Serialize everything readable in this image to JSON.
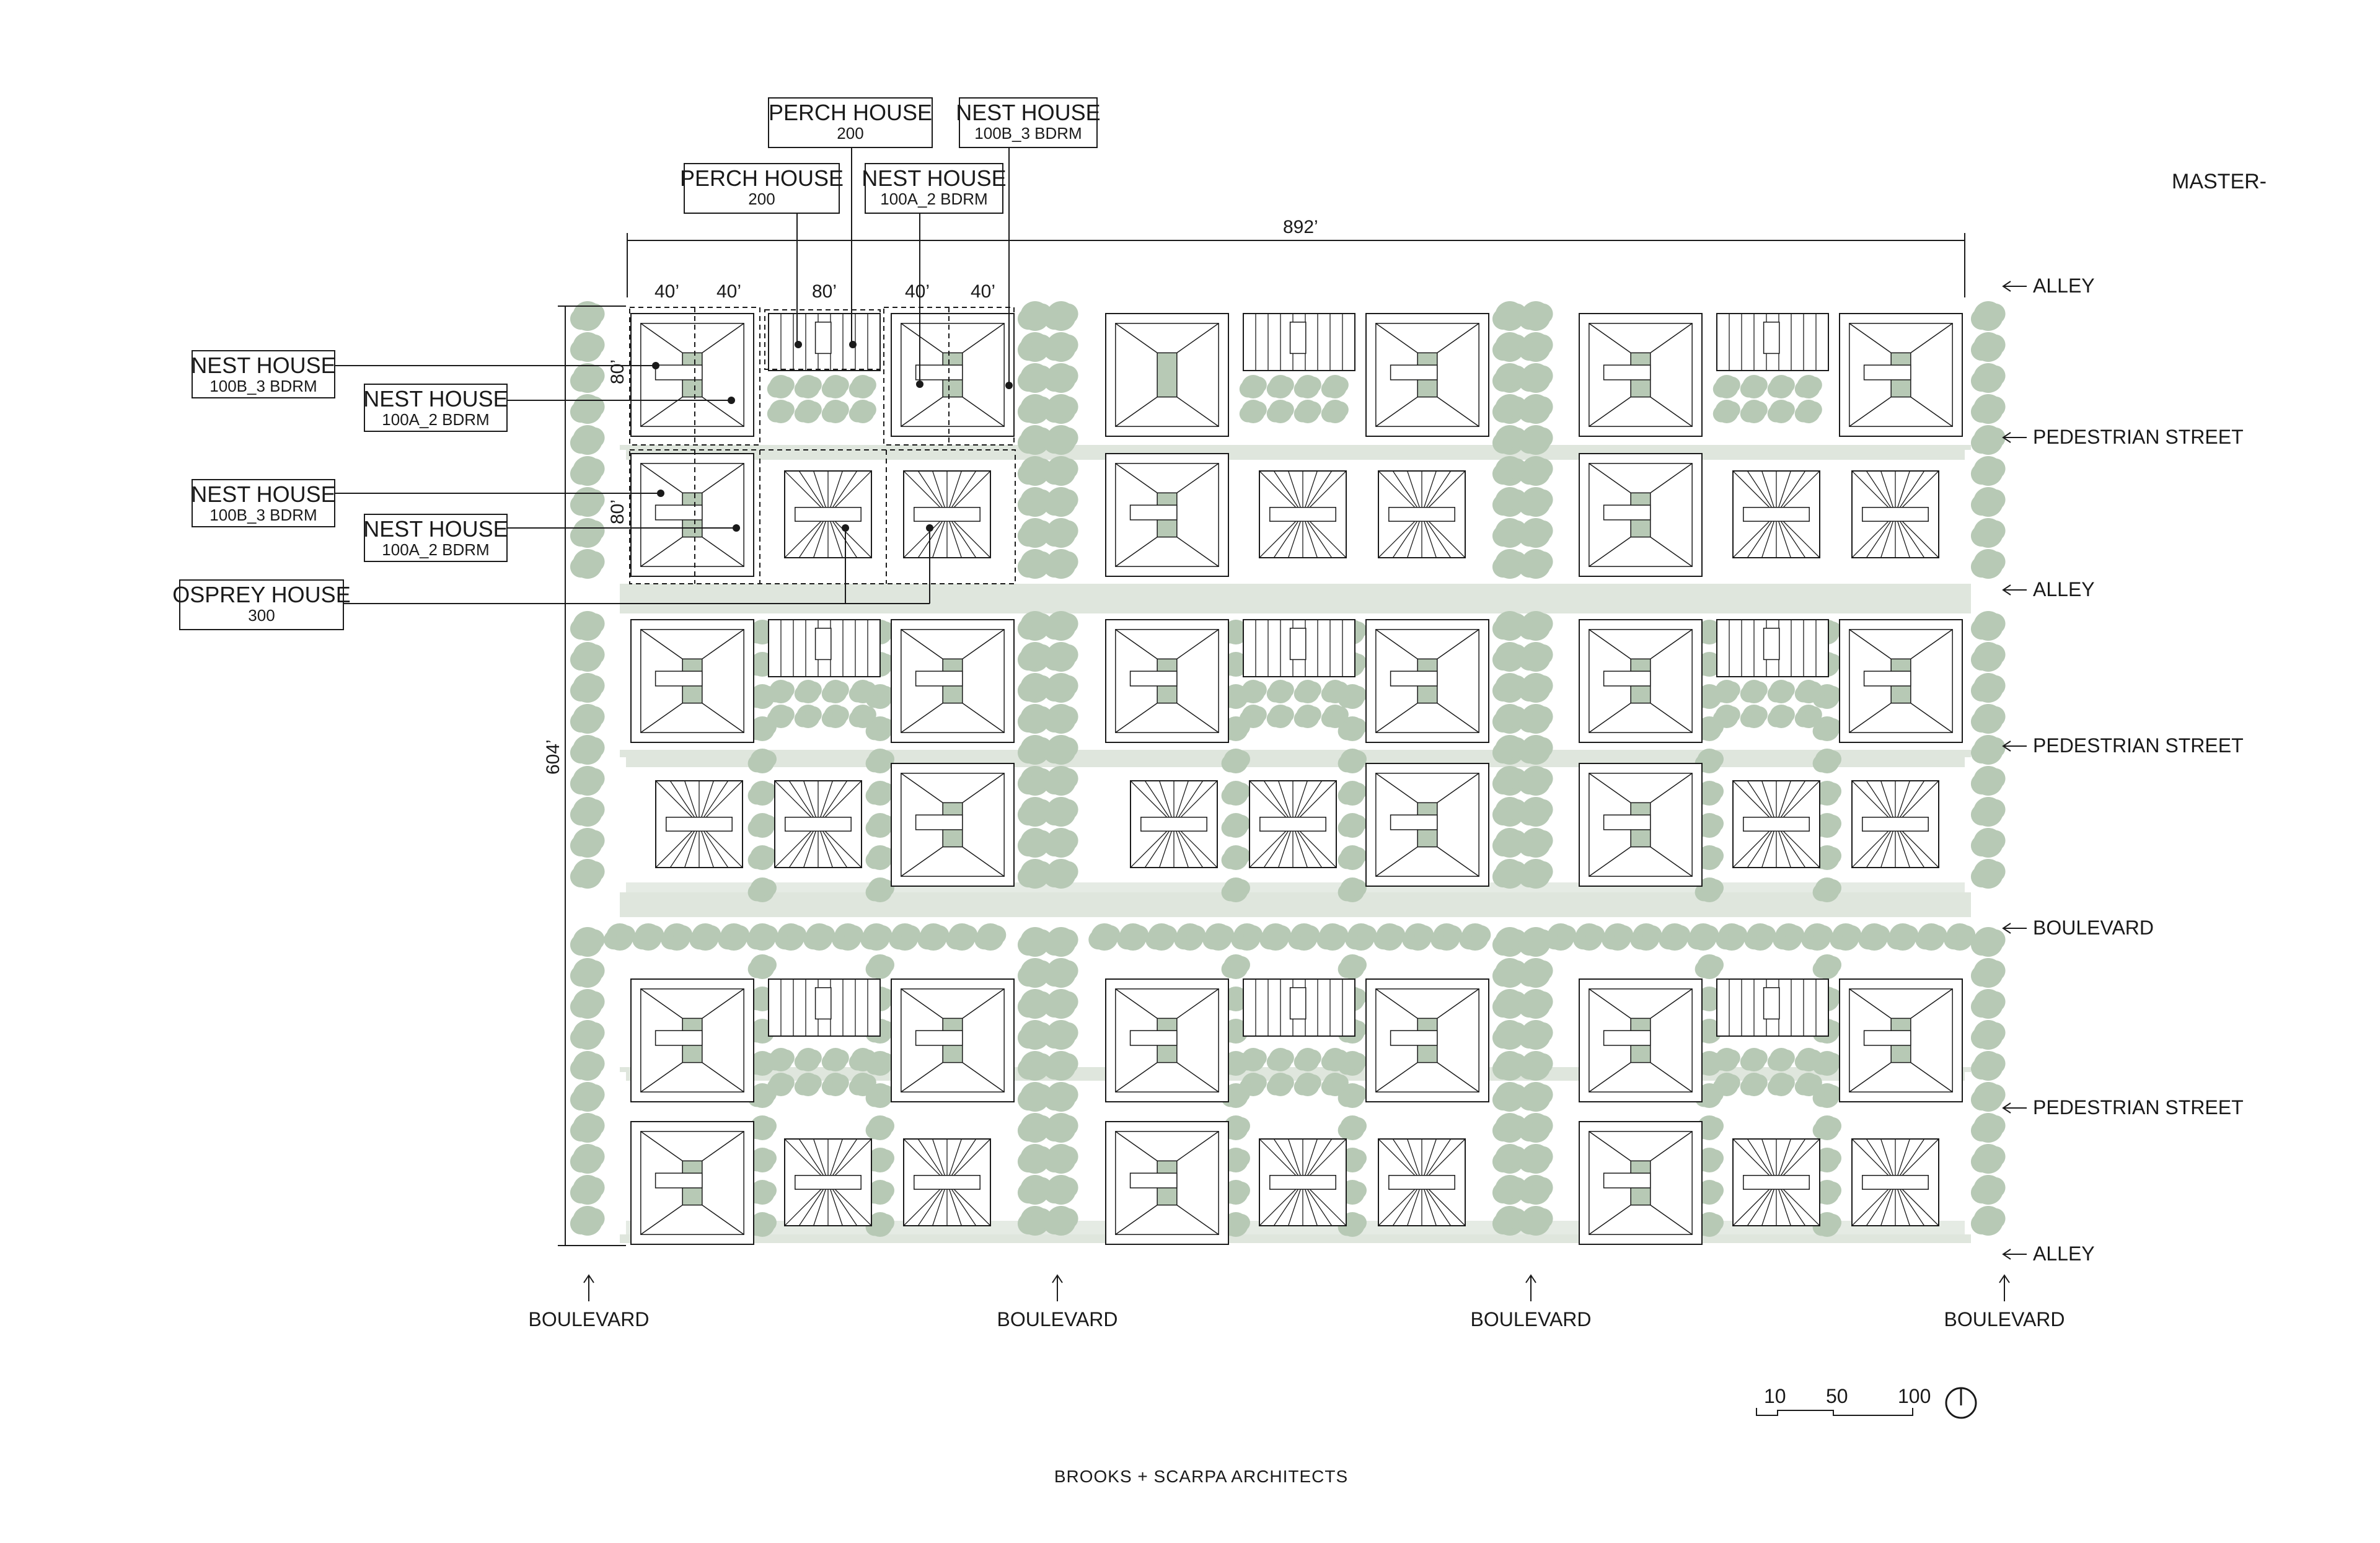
{
  "title": "MASTER-",
  "credit": "BROOKS + SCARPA ARCHITECTS",
  "dimensions": {
    "overall_width": "892’",
    "overall_height": "604’",
    "lot_widths": [
      "40’",
      "40’",
      "80’",
      "40’",
      "40’"
    ],
    "lot_depth_top": "80’",
    "lot_depth_second": "80’"
  },
  "street_labels_right": [
    "ALLEY",
    "PEDESTRIAN STREET",
    "ALLEY",
    "PEDESTRIAN STREET",
    "BOULEVARD",
    "PEDESTRIAN STREET",
    "ALLEY"
  ],
  "street_labels_bottom": [
    "BOULEVARD",
    "BOULEVARD",
    "BOULEVARD",
    "BOULEVARD"
  ],
  "callouts": [
    {
      "name": "PERCH HOUSE",
      "sub": "200"
    },
    {
      "name": "NEST HOUSE",
      "sub": "100B_3 BDRM"
    },
    {
      "name": "PERCH HOUSE",
      "sub": "200"
    },
    {
      "name": "NEST HOUSE",
      "sub": "100A_2 BDRM"
    },
    {
      "name": "NEST HOUSE",
      "sub": "100B_3 BDRM"
    },
    {
      "name": "NEST HOUSE",
      "sub": "100A_2 BDRM"
    },
    {
      "name": "NEST HOUSE",
      "sub": "100B_3 BDRM"
    },
    {
      "name": "NEST HOUSE",
      "sub": "100A_2 BDRM"
    },
    {
      "name": "OSPREY HOUSE",
      "sub": "300"
    }
  ],
  "scale_bar": {
    "ticks": [
      "10",
      "50",
      "100"
    ]
  },
  "colors": {
    "vegetation": "#b7c9b5",
    "paving": "#dfe6dd",
    "line": "#1a1a1a"
  },
  "icons": [
    "north-arrow-icon",
    "arrow-left-icon",
    "arrow-up-icon"
  ]
}
